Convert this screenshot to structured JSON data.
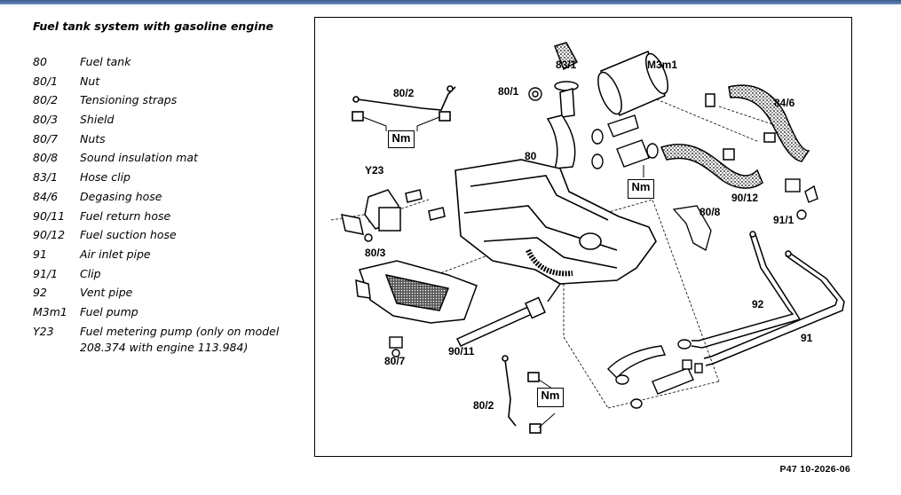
{
  "legend": {
    "title": "Fuel tank system with gasoline engine",
    "items": [
      {
        "code": "80",
        "text": "Fuel tank"
      },
      {
        "code": "80/1",
        "text": "Nut"
      },
      {
        "code": "80/2",
        "text": "Tensioning straps"
      },
      {
        "code": "80/3",
        "text": "Shield"
      },
      {
        "code": "80/7",
        "text": "Nuts"
      },
      {
        "code": "80/8",
        "text": "Sound insulation mat"
      },
      {
        "code": "83/1",
        "text": "Hose clip"
      },
      {
        "code": "84/6",
        "text": "Degasing hose"
      },
      {
        "code": "90/11",
        "text": "Fuel return hose"
      },
      {
        "code": "90/12",
        "text": "Fuel suction hose"
      },
      {
        "code": "91",
        "text": "Air inlet pipe"
      },
      {
        "code": "91/1",
        "text": "Clip"
      },
      {
        "code": "92",
        "text": "Vent pipe"
      },
      {
        "code": "M3m1",
        "text": "Fuel pump"
      },
      {
        "code": "Y23",
        "text": "Fuel metering pump (only on model",
        "text2": "208.374 with engine 113.984)"
      }
    ]
  },
  "figure": {
    "labels": {
      "l80_2_top": "80/2",
      "l83_1": "83/1",
      "lM3m1": "M3m1",
      "l84_6": "84/6",
      "l80_1": "80/1",
      "l80": "80",
      "lY23": "Y23",
      "l90_12": "90/12",
      "l80_8": "80/8",
      "l91_1": "91/1",
      "l80_3": "80/3",
      "l92": "92",
      "l91": "91",
      "l80_7": "80/7",
      "l90_11": "90/11",
      "l80_2_bottom": "80/2"
    },
    "nm_label": "Nm"
  },
  "footer": {
    "code": "P47 10-2026-06"
  }
}
